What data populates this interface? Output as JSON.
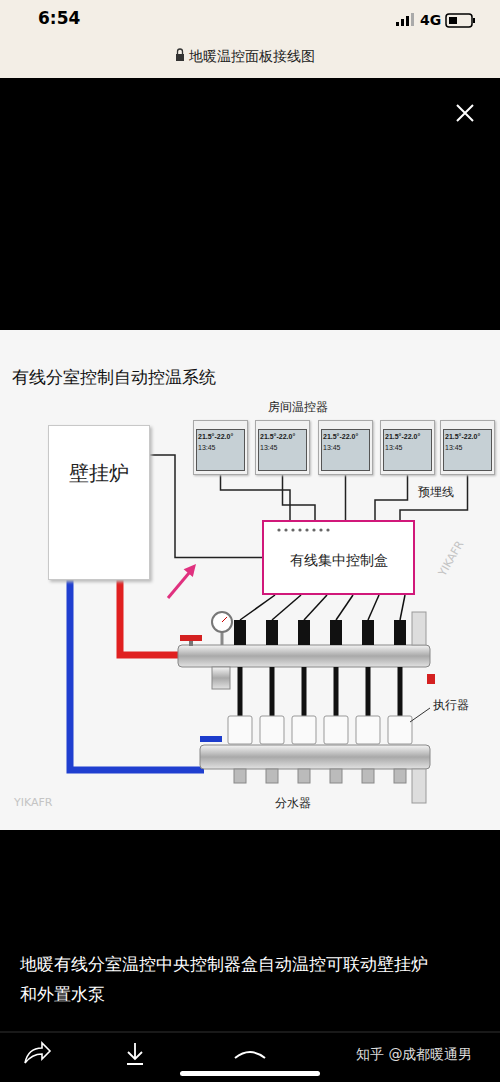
{
  "diagram": {
    "title": "有线分室控制自动控温系统",
    "caption": "地暖有线分室温控中央控制器盒自动温控可联动壁挂炉和外置水泵",
    "nodes": [
      {
        "text": [
          "21.5°-22.0°",
          "13:45"
        ]
      },
      {
        "text": [
          "21.5°-22.0°",
          "13:45"
        ]
      },
      {
        "text": [
          "21.5°-22.0°",
          "13:45"
        ]
      },
      {
        "text": [
          "21.5°-22.0°",
          "13:45"
        ]
      },
      {
        "text": [
          "21.5°-22.0°",
          "13:45"
        ]
      },
      {
        "text": [
          "壁挂炉"
        ]
      },
      {
        "text": [
          "有线集中控制盒"
        ]
      }
    ],
    "edges": [
      {
        "from": 0,
        "to": 6,
        "arrow": "none"
      },
      {
        "from": 1,
        "to": 6,
        "arrow": "none"
      },
      {
        "from": 2,
        "to": 6,
        "arrow": "none"
      },
      {
        "from": 3,
        "to": 6,
        "arrow": "none"
      },
      {
        "from": 4,
        "to": 6,
        "arrow": "none"
      },
      {
        "from": 5,
        "to": 6,
        "arrow": "none"
      }
    ],
    "labels": [
      "6:54",
      "4G",
      "地暖温控面板接线图",
      "房间温控器",
      "预埋线",
      "执行器",
      "分水器",
      "知乎 @成都暖通男",
      "YIKAFR",
      "YIKAFR"
    ]
  }
}
